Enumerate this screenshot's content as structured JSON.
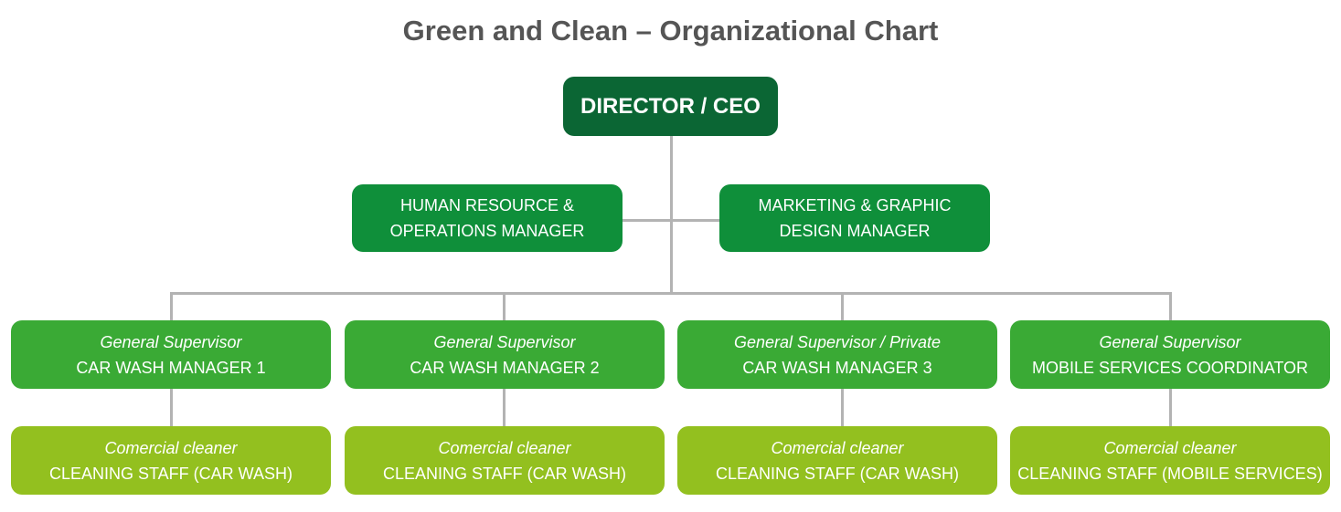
{
  "title": "Green and Clean – Organizational Chart",
  "ceo": {
    "label": "DIRECTOR / CEO"
  },
  "managers": [
    {
      "line1": "HUMAN RESOURCE &",
      "line2": "OPERATIONS MANAGER"
    },
    {
      "line1": "MARKETING & GRAPHIC",
      "line2": "DESIGN MANAGER"
    }
  ],
  "supervisors": [
    {
      "role": "General Supervisor",
      "title": "CAR WASH MANAGER 1"
    },
    {
      "role": "General Supervisor",
      "title": "CAR WASH MANAGER 2"
    },
    {
      "role": "General Supervisor / Private",
      "title": "CAR WASH MANAGER 3"
    },
    {
      "role": "General Supervisor",
      "title": "MOBILE SERVICES COORDINATOR"
    }
  ],
  "cleaners": [
    {
      "role": "Comercial cleaner",
      "title": "CLEANING STAFF (CAR WASH)"
    },
    {
      "role": "Comercial cleaner",
      "title": "CLEANING STAFF (CAR WASH)"
    },
    {
      "role": "Comercial cleaner",
      "title": "CLEANING STAFF (CAR WASH)"
    },
    {
      "role": "Comercial cleaner",
      "title": "CLEANING STAFF (MOBILE SERVICES)"
    }
  ]
}
